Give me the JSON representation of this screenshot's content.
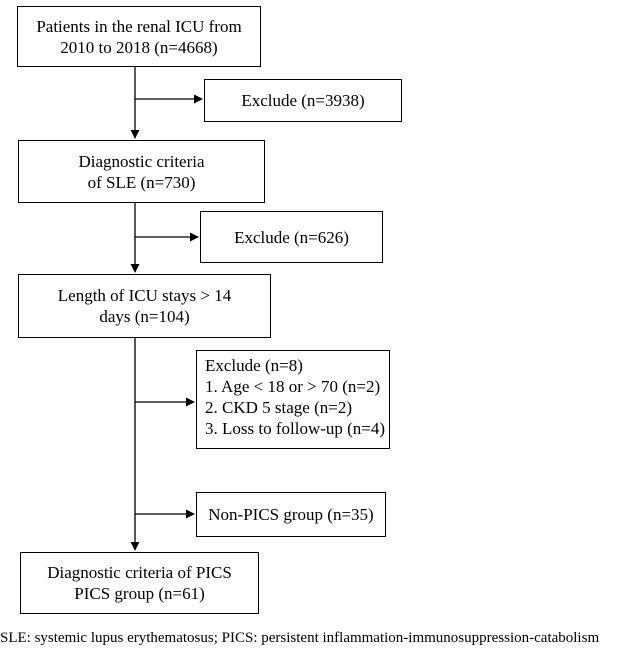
{
  "boxes": {
    "patients": {
      "lines": [
        "Patients in the renal ICU from",
        "2010 to 2018 (n=4668)"
      ]
    },
    "exclude1": {
      "lines": [
        "Exclude (n=3938)"
      ]
    },
    "sle": {
      "lines": [
        "Diagnostic criteria",
        "of SLE (n=730)"
      ]
    },
    "exclude2": {
      "lines": [
        "Exclude (n=626)"
      ]
    },
    "icu_stay": {
      "lines": [
        "Length of ICU stays > 14",
        "days (n=104)"
      ]
    },
    "exclude3": {
      "lines": [
        "Exclude (n=8)",
        "1. Age < 18 or > 70 (n=2)",
        "2. CKD 5 stage  (n=2)",
        "3. Loss to follow-up (n=4)"
      ]
    },
    "non_pics": {
      "lines": [
        "Non-PICS group (n=35)"
      ]
    },
    "pics": {
      "lines": [
        "Diagnostic criteria of PICS",
        "PICS group (n=61)"
      ]
    }
  },
  "caption": "SLE: systemic lupus erythematosus; PICS: persistent inflammation-immunosuppression-catabolism"
}
